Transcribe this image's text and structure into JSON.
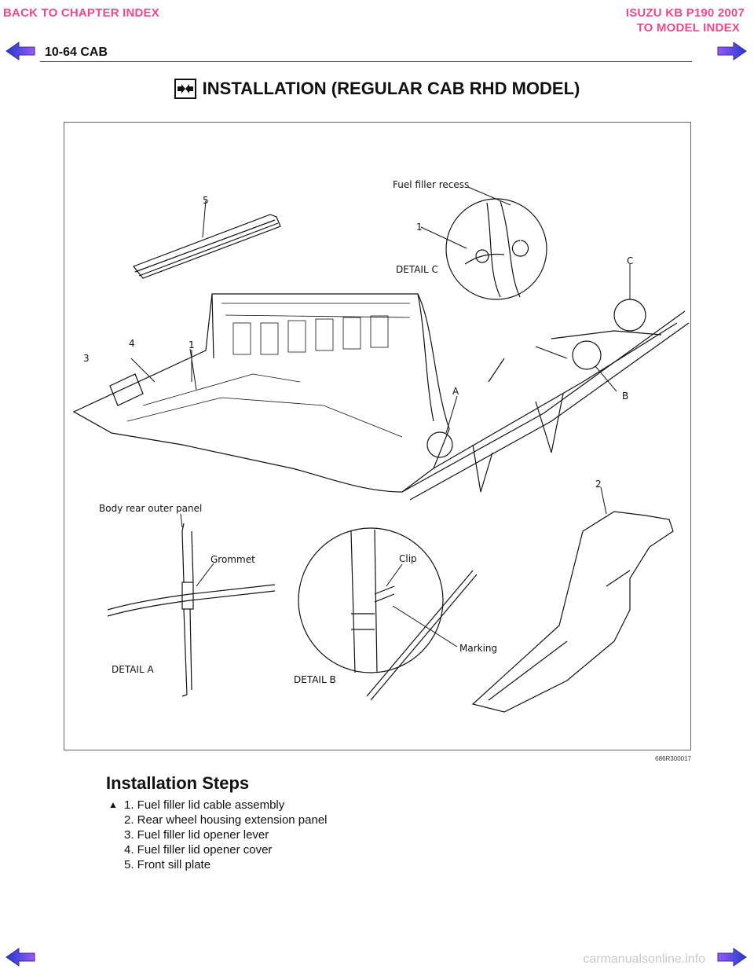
{
  "nav": {
    "back_chapter": "BACK TO CHAPTER INDEX",
    "model_title": "ISUZU KB P190 2007",
    "to_model": "TO MODEL INDEX"
  },
  "header": {
    "section": "10-64  CAB"
  },
  "title": {
    "text": "INSTALLATION (REGULAR CAB RHD MODEL)",
    "icon": "install-arrows-icon"
  },
  "figure": {
    "code": "686R300017",
    "labels": {
      "fuel_filler_recess": "Fuel filler recess",
      "detail_c": "DETAIL C",
      "body_rear_outer_panel": "Body rear outer panel",
      "grommet": "Grommet",
      "detail_a": "DETAIL A",
      "clip": "Clip",
      "marking": "Marking",
      "detail_b": "DETAIL B",
      "A": "A",
      "B": "B",
      "C": "C",
      "n1": "1",
      "n2": "2",
      "n3": "3",
      "n4": "4",
      "n5": "5"
    }
  },
  "steps": {
    "heading": "Installation Steps",
    "items": [
      {
        "text": "1. Fuel filler lid cable assembly",
        "marker": "▲"
      },
      {
        "text": "2. Rear wheel housing extension panel",
        "marker": ""
      },
      {
        "text": "3. Fuel filler lid opener lever",
        "marker": ""
      },
      {
        "text": "4. Fuel filler lid opener cover",
        "marker": ""
      },
      {
        "text": "5. Front sill plate",
        "marker": ""
      }
    ]
  },
  "colors": {
    "nav_pink": "#f0468c",
    "arrow_blue": "#1e3cc8",
    "arrow_purple": "#8a2be2"
  },
  "footer": {
    "watermark": "carmanualsonline.info"
  }
}
